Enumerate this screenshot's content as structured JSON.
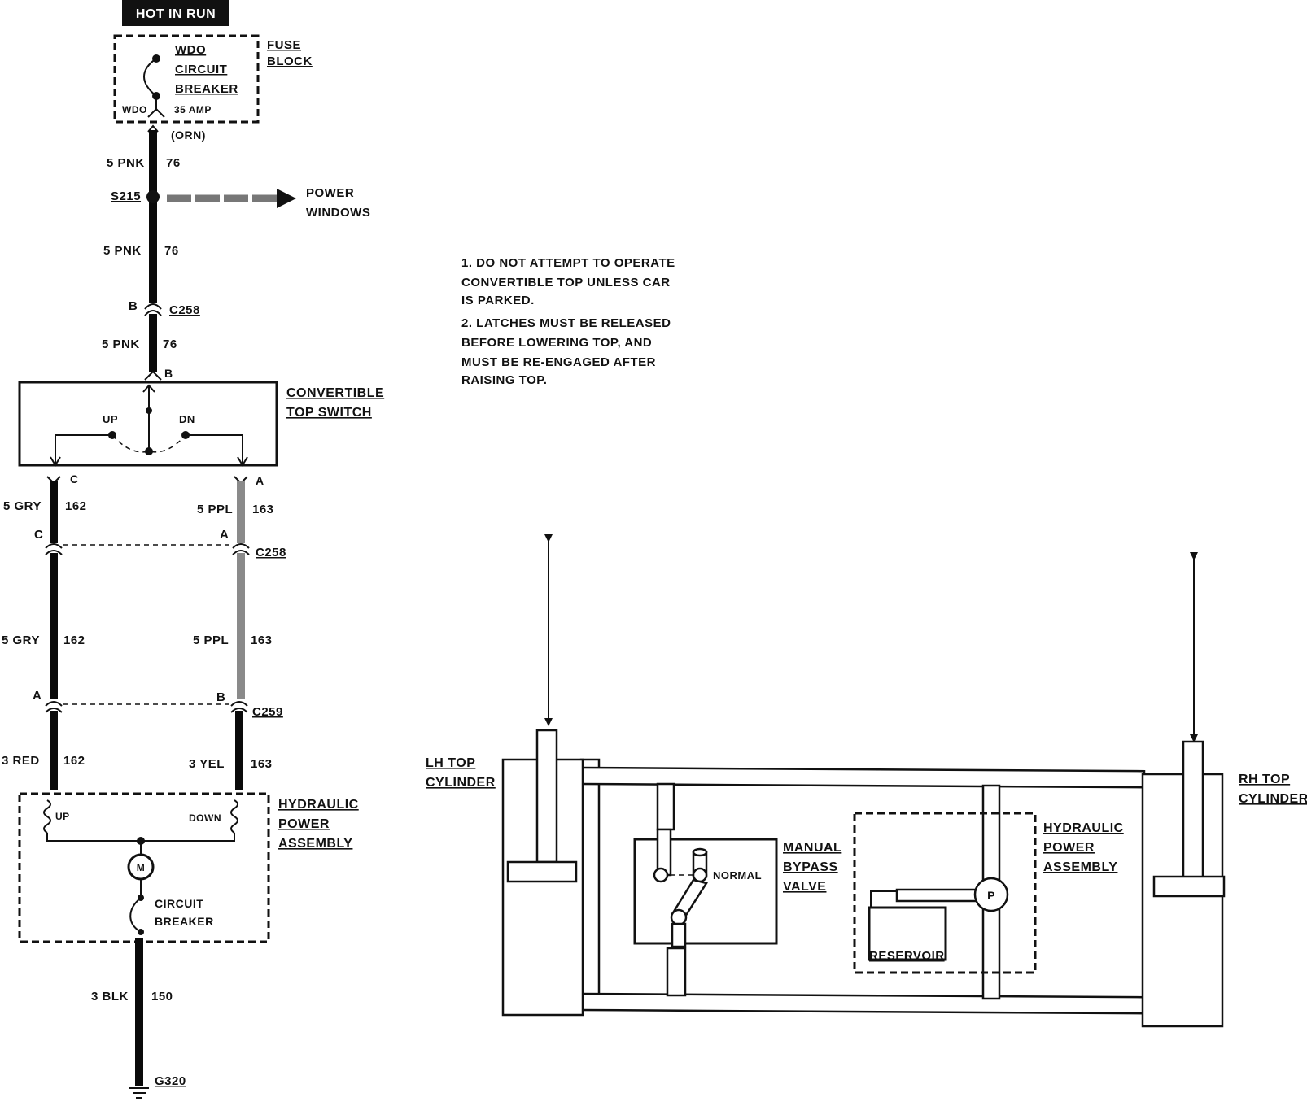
{
  "colors": {
    "ink": "#111111",
    "background": "#ffffff",
    "wire_black": "#0a0a0a",
    "wire_gray": "#8a8a8a",
    "dashed_arrow": "#777777"
  },
  "header": {
    "hot_in_run": "HOT IN RUN"
  },
  "fuse_block": {
    "label_line1": "FUSE",
    "label_line2": "BLOCK",
    "breaker_line1": "WDO",
    "breaker_line2": "CIRCUIT",
    "breaker_line3": "BREAKER",
    "terminal": "WDO",
    "rating": "35 AMP",
    "wire_color": "(ORN)"
  },
  "wires": {
    "pnk_1": {
      "size_color": "5 PNK",
      "circuit": "76"
    },
    "pnk_2": {
      "size_color": "5 PNK",
      "circuit": "76"
    },
    "pnk_3": {
      "size_color": "5 PNK",
      "circuit": "76"
    },
    "gry_1": {
      "size_color": "5 GRY",
      "circuit": "162"
    },
    "gry_2": {
      "size_color": "5 GRY",
      "circuit": "162"
    },
    "red": {
      "size_color": "3 RED",
      "circuit": "162"
    },
    "ppl_1": {
      "size_color": "5 PPL",
      "circuit": "163"
    },
    "ppl_2": {
      "size_color": "5 PPL",
      "circuit": "163"
    },
    "yel": {
      "size_color": "3 YEL",
      "circuit": "163"
    },
    "blk": {
      "size_color": "3 BLK",
      "circuit": "150"
    }
  },
  "splice": {
    "id": "S215",
    "dest_line1": "POWER",
    "dest_line2": "WINDOWS"
  },
  "connectors": {
    "c258_top": {
      "id": "C258",
      "pin": "B"
    },
    "switch_pin_b": "B",
    "switch_pin_c": "C",
    "switch_pin_a": "A",
    "c258_mid": {
      "id": "C258",
      "pin_left": "C",
      "pin_right": "A"
    },
    "c259": {
      "id": "C259",
      "pin_left": "A",
      "pin_right": "B"
    }
  },
  "switch": {
    "label_line1": "CONVERTIBLE",
    "label_line2": "TOP SWITCH",
    "up": "UP",
    "dn": "DN"
  },
  "motor_assembly": {
    "label_line1": "HYDRAULIC",
    "label_line2": "POWER",
    "label_line3": "ASSEMBLY",
    "up": "UP",
    "down": "DOWN",
    "motor": "M",
    "breaker_line1": "CIRCUIT",
    "breaker_line2": "BREAKER"
  },
  "ground": {
    "id": "G320"
  },
  "notes": [
    "1. DO NOT ATTEMPT TO OPERATE",
    "CONVERTIBLE TOP UNLESS CAR",
    "IS PARKED.",
    "2. LATCHES MUST BE RELEASED",
    "BEFORE LOWERING TOP, AND",
    "MUST BE RE-ENGAGED AFTER",
    "RAISING TOP."
  ],
  "hydraulic": {
    "lh_line1": "LH TOP",
    "lh_line2": "CYLINDER",
    "rh_line1": "RH TOP",
    "rh_line2": "CYLINDER",
    "bypass_line1": "MANUAL",
    "bypass_line2": "BYPASS",
    "bypass_line3": "VALVE",
    "normal": "NORMAL",
    "assy_line1": "HYDRAULIC",
    "assy_line2": "POWER",
    "assy_line3": "ASSEMBLY",
    "pump": "P",
    "reservoir": "RESERVOIR"
  }
}
